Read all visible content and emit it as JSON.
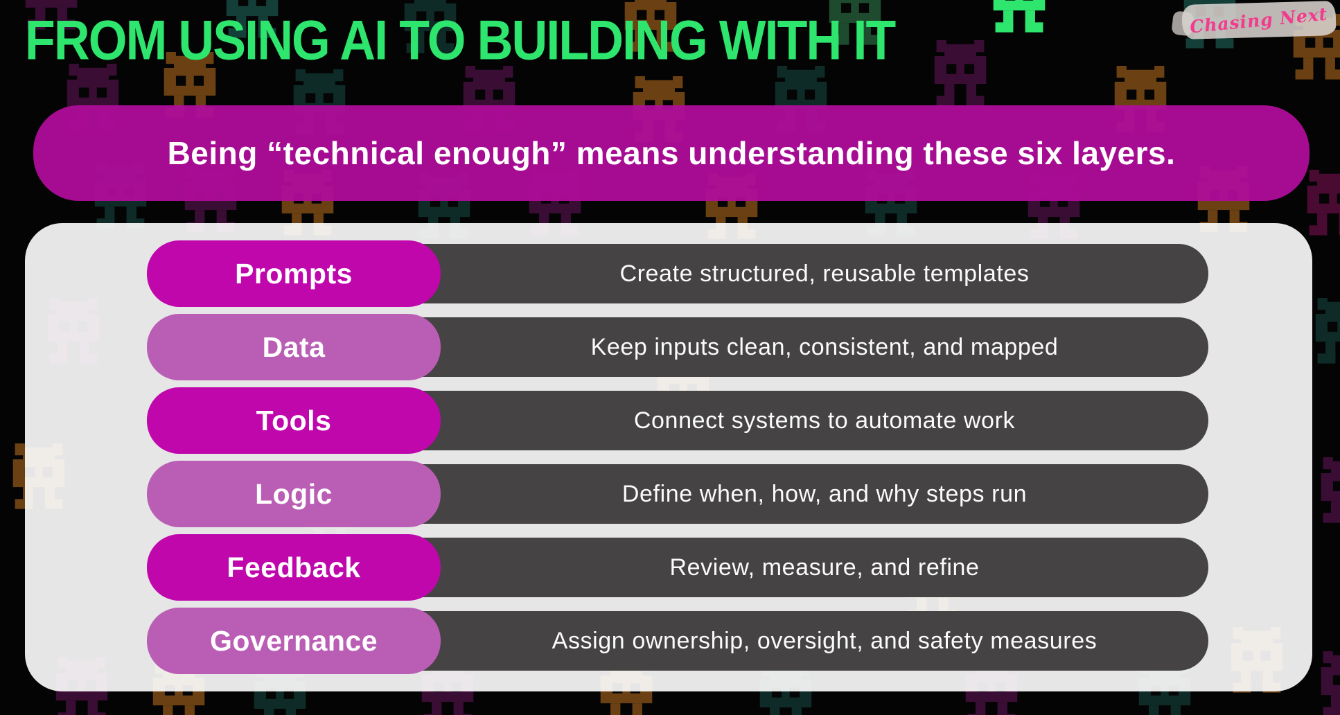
{
  "title": "FROM USING AI TO BUILDING WITH IT",
  "logo": {
    "text": "Chasing Next"
  },
  "banner": {
    "text": "Being “technical enough” means understanding these six layers."
  },
  "layers": [
    {
      "label": "Prompts",
      "description": "Create structured, reusable templates"
    },
    {
      "label": "Data",
      "description": "Keep inputs clean, consistent, and mapped"
    },
    {
      "label": "Tools",
      "description": "Connect systems to automate work"
    },
    {
      "label": "Logic",
      "description": "Define when, how, and why steps run"
    },
    {
      "label": "Feedback",
      "description": "Review, measure, and refine"
    },
    {
      "label": "Governance",
      "description": "Assign ownership, oversight, and safety measures"
    }
  ],
  "colors": {
    "title_green": "#2ee56d",
    "banner_magenta": "#b00d9a",
    "pill_magenta": "#bf07ac",
    "pill_orchid": "#ba5eb5",
    "bar_gray": "#454343",
    "panel_gray": "#e3e1e0",
    "text_white": "#ffffff",
    "logo_pink": "#f23a8e",
    "background_black": "#040404"
  },
  "background": {
    "pattern": "pixel-robot-icons",
    "robot_colors": [
      "#0e2b27",
      "#6b4012",
      "#3a0d35",
      "#1e4a2e",
      "#4a0b33",
      "#2ee56d",
      "#143f38"
    ]
  }
}
